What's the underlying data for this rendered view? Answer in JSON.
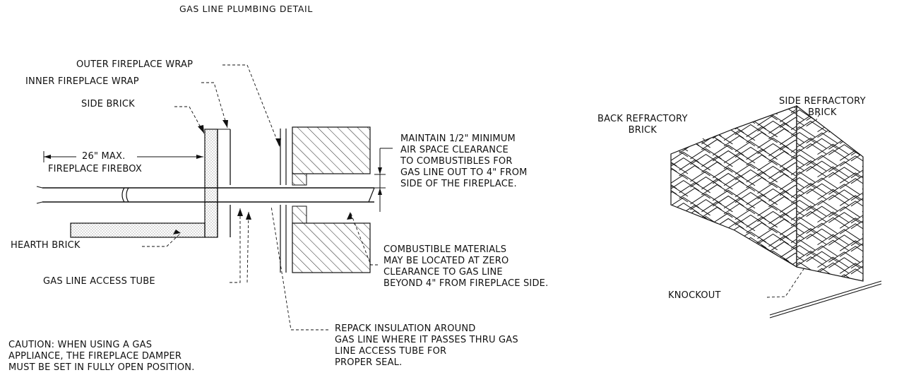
{
  "title": "GAS LINE PLUMBING DETAIL",
  "labels": {
    "outer_wrap": "OUTER FIREPLACE WRAP",
    "inner_wrap": "INNER FIREPLACE WRAP",
    "side_brick": "SIDE BRICK",
    "max_line1": "26\" MAX.",
    "max_line2": "FIREPLACE FIREBOX",
    "hearth_brick": "HEARTH BRICK",
    "access_tube": "GAS LINE ACCESS TUBE",
    "clearance": [
      "MAINTAIN 1/2\" MINIMUM",
      "AIR SPACE CLEARANCE",
      "TO COMBUSTIBLES FOR",
      "GAS LINE OUT TO 4\" FROM",
      "SIDE OF THE FIREPLACE."
    ],
    "combustible": [
      "COMBUSTIBLE MATERIALS",
      "MAY BE LOCATED AT ZERO",
      "CLEARANCE TO GAS LINE",
      "BEYOND 4\" FROM FIREPLACE SIDE."
    ],
    "repack": [
      "REPACK INSULATION AROUND",
      "GAS LINE WHERE IT PASSES THRU GAS",
      "LINE ACCESS TUBE FOR",
      "PROPER SEAL."
    ],
    "caution": [
      "CAUTION: WHEN USING A GAS",
      "APPLIANCE, THE FIREPLACE DAMPER",
      "MUST BE SET IN FULLY OPEN POSITION."
    ],
    "back_refractory": [
      "BACK REFRACTORY",
      "BRICK"
    ],
    "side_refractory": [
      "SIDE REFRACTORY",
      "BRICK"
    ],
    "knockout": "KNOCKOUT"
  },
  "colors": {
    "ink": "#111111",
    "paper": "#ffffff"
  }
}
